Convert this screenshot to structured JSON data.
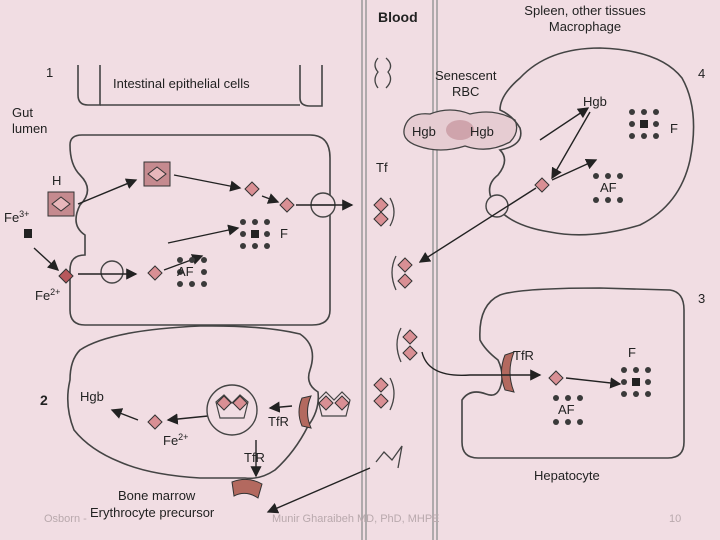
{
  "colors": {
    "background": "#f1dde3",
    "iron_fill": "#d98f94",
    "receptor_fill": "#b3695f",
    "hgb_fill": "#d9b6bf"
  },
  "headers": {
    "blood": "Blood",
    "spleen_line1": "Spleen, other tissues",
    "spleen_line2": "Macrophage"
  },
  "panel_numbers": {
    "p1": "1",
    "p2": "2",
    "p3": "3",
    "p4": "4"
  },
  "gut": {
    "title": "Intestinal epithelial cells",
    "lumen_line1": "Gut",
    "lumen_line2": "lumen",
    "h": "H",
    "fe3": "Fe",
    "fe3_sup": "3+",
    "fe2": "Fe",
    "fe2_sup": "2+",
    "f": "F",
    "af": "AF"
  },
  "blood_panel": {
    "tf": "Tf",
    "senescent_line1": "Senescent",
    "senescent_line2": "RBC",
    "hgb_left": "Hgb",
    "hgb_right": "Hgb"
  },
  "macrophage": {
    "hgb": "Hgb",
    "f": "F",
    "af": "AF"
  },
  "hepatocyte": {
    "title": "Hepatocyte",
    "tfr": "TfR",
    "f": "F",
    "af": "AF"
  },
  "marrow": {
    "hgb": "Hgb",
    "fe2": "Fe",
    "fe2_sup": "2+",
    "tfr_inner": "TfR",
    "tfr_lower": "TfR",
    "title_line1": "Bone marrow",
    "title_line2": "Erythrocyte precursor"
  },
  "footer": {
    "left": "Osborn -",
    "center": "Munir Gharaibeh MD, PhD, MHPE",
    "right": "10"
  }
}
